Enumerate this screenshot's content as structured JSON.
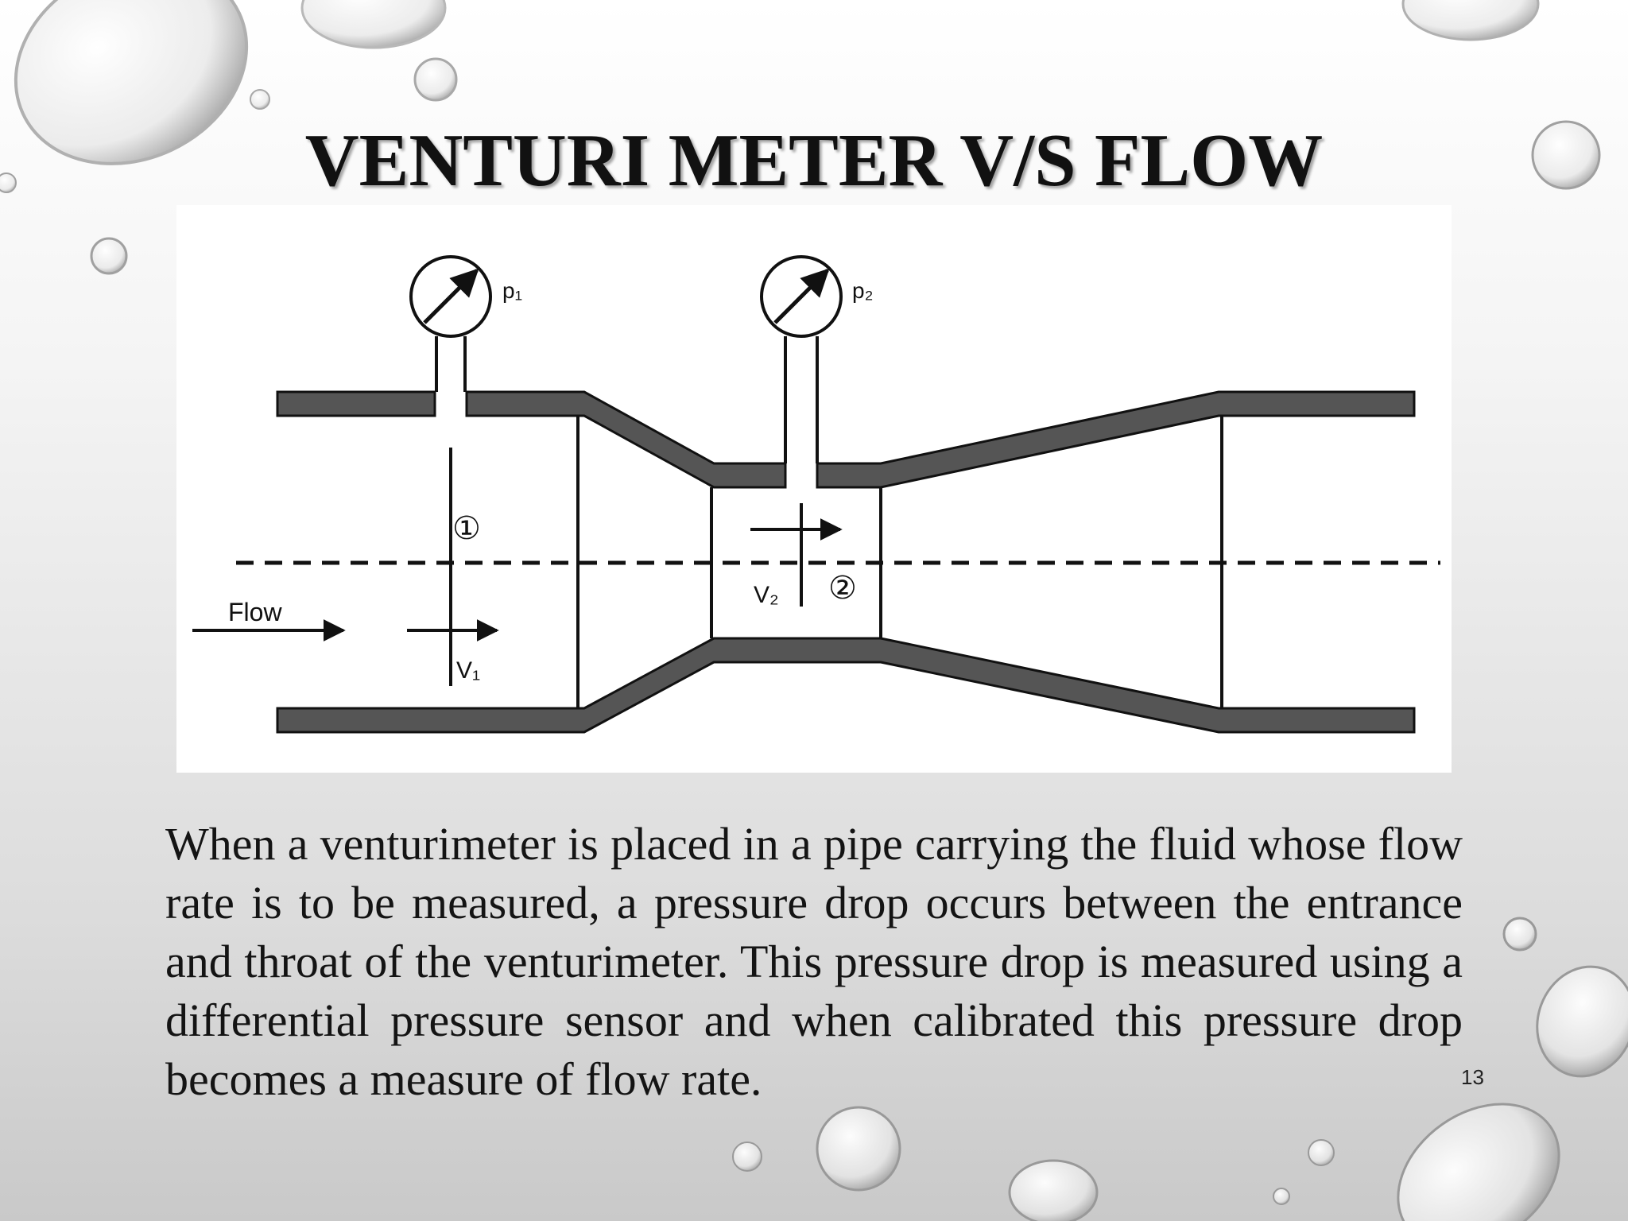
{
  "slide": {
    "title": "VENTURI METER V/S FLOW",
    "page_number": "13",
    "body": "When a venturimeter is placed in a pipe carrying the fluid whose flow rate is to be measured, a pressure drop occurs between the entrance and throat of the venturimeter. This pressure drop is measured using a differential pressure sensor and when calibrated this pressure drop becomes a measure of flow rate."
  },
  "diagram": {
    "gauge_1_label": "p₁",
    "gauge_2_label": "p₂",
    "flow_label": "Flow",
    "velocity_1_label": "V₁",
    "velocity_2_label": "V₂",
    "section_1_marker": "①",
    "section_2_marker": "②"
  },
  "colors": {
    "pipe_wall": "#555555",
    "line": "#111111",
    "title": "#111111"
  }
}
